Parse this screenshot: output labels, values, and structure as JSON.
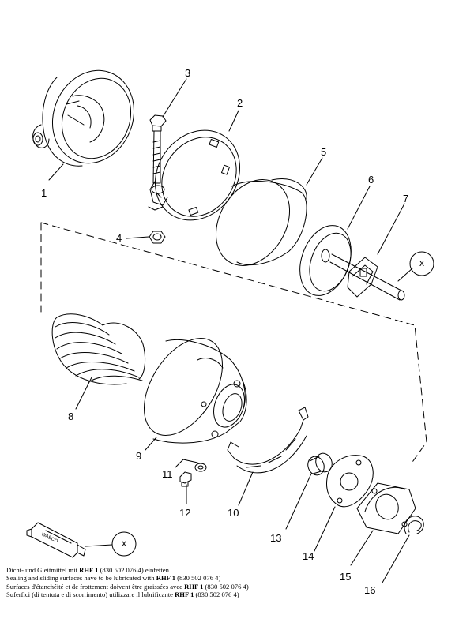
{
  "callouts": [
    "1",
    "2",
    "3",
    "4",
    "5",
    "6",
    "7",
    "8",
    "9",
    "10",
    "11",
    "12",
    "13",
    "14",
    "15",
    "16"
  ],
  "ref_symbol": "x",
  "tube_brand": "WABCO",
  "notes": [
    {
      "before": "Dicht- und Gleitmittel mit ",
      "bold": "RHF 1",
      "after": " (830 502 076 4) einfetten"
    },
    {
      "before": "Sealing and sliding surfaces have to be lubricated with ",
      "bold": "RHF 1",
      "after": " (830 502 076 4)"
    },
    {
      "before": "Surfaces d'étanchéité et de frottement doivent être graissées avec ",
      "bold": "RHF 1",
      "after": " (830 502 076 4)"
    },
    {
      "before": "Suferfici (di tentuta e di scorrimento) utilizzare il lubrificante ",
      "bold": "RHF 1",
      "after": " (830 502 076 4)"
    }
  ]
}
